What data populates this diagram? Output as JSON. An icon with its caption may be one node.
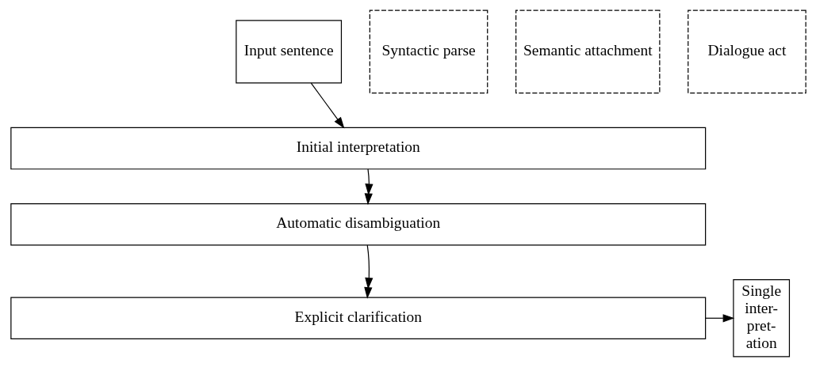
{
  "diagram": {
    "nodes": [
      {
        "text": [
          "Input sentence"
        ]
      },
      {
        "text": [
          "Syntactic parse"
        ]
      },
      {
        "text": [
          "Semantic attachment"
        ]
      },
      {
        "text": [
          "Dialogue act"
        ]
      },
      {
        "text": [
          "Initial interpretation"
        ]
      },
      {
        "text": [
          "Automatic disambiguation"
        ]
      },
      {
        "text": [
          "Explicit clarification"
        ]
      },
      {
        "text": [
          "Single inter- pret- ation"
        ]
      }
    ],
    "edges": [
      {
        "from": 0,
        "to": 4,
        "arrow": "to"
      },
      {
        "from": 4,
        "to": 5,
        "arrow": "to"
      },
      {
        "from": 5,
        "to": 6,
        "arrow": "to"
      },
      {
        "from": 6,
        "to": 7,
        "arrow": "to"
      }
    ]
  }
}
